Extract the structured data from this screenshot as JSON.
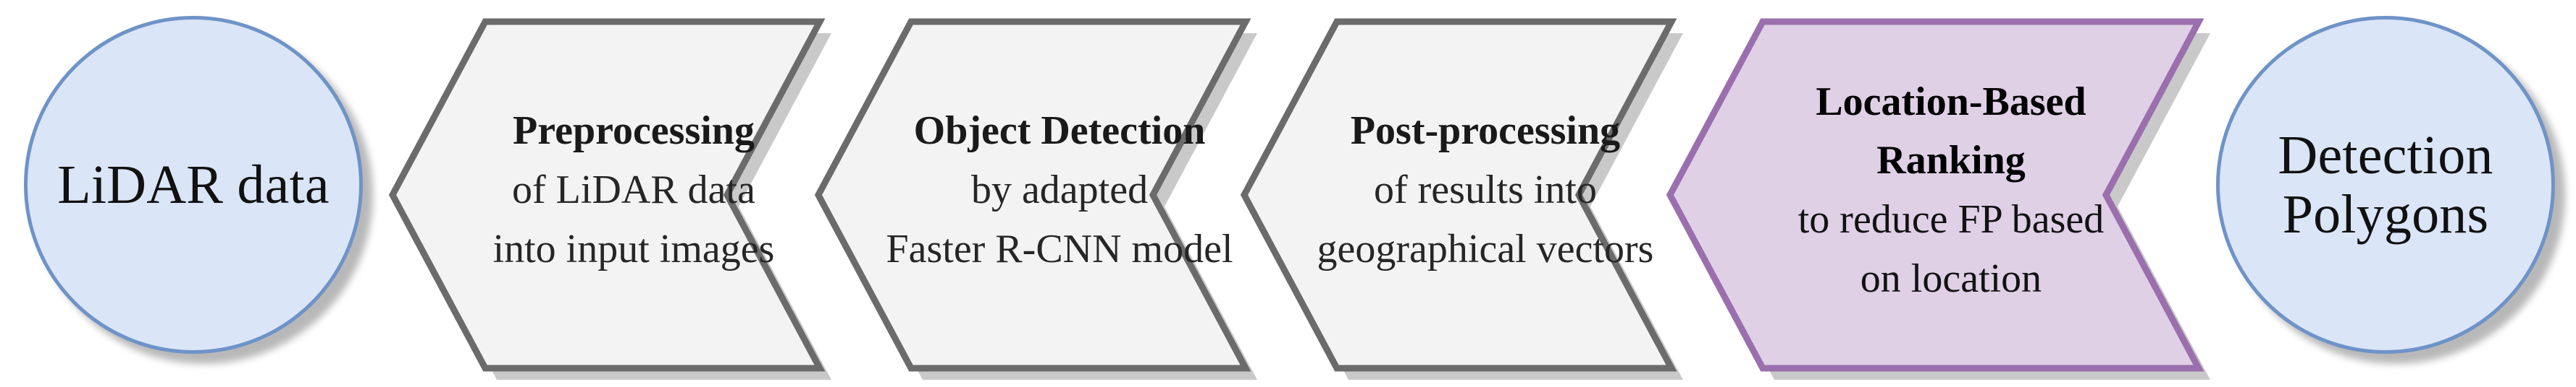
{
  "diagram": {
    "title": "LiDAR detection pipeline flow",
    "type": "process-flow",
    "colors": {
      "circle_fill": "#dbe5f8",
      "circle_border": "#6e93c8",
      "chevron_fill": "#f3f3f3",
      "chevron_border": "#6b6b6b",
      "highlight_fill": "#dfd0e6",
      "highlight_border": "#9b6fae",
      "shadow": "#bfbfbf",
      "text": "#1a1a1a",
      "background": "#ffffff"
    }
  },
  "start_node": {
    "shape": "circle",
    "label": "LiDAR data"
  },
  "end_node": {
    "shape": "circle",
    "label_line_1": "Detection",
    "label_line_2": "Polygons"
  },
  "steps": [
    {
      "id": "preprocessing",
      "shape": "chevron",
      "variant": "default",
      "heading": "Preprocessing",
      "lines": [
        "of LiDAR data",
        "into input images"
      ]
    },
    {
      "id": "object-detection",
      "shape": "chevron",
      "variant": "default",
      "heading": "Object Detection",
      "lines": [
        "by adapted",
        "Faster R-CNN model"
      ]
    },
    {
      "id": "post-processing",
      "shape": "chevron",
      "variant": "default",
      "heading": "Post-processing",
      "lines": [
        "of results into",
        "geographical vectors"
      ]
    },
    {
      "id": "location-based-ranking",
      "shape": "chevron",
      "variant": "highlight",
      "heading": "Location-Based",
      "heading_line_2": "Ranking",
      "lines": [
        "to reduce FP based",
        "on location"
      ]
    }
  ]
}
